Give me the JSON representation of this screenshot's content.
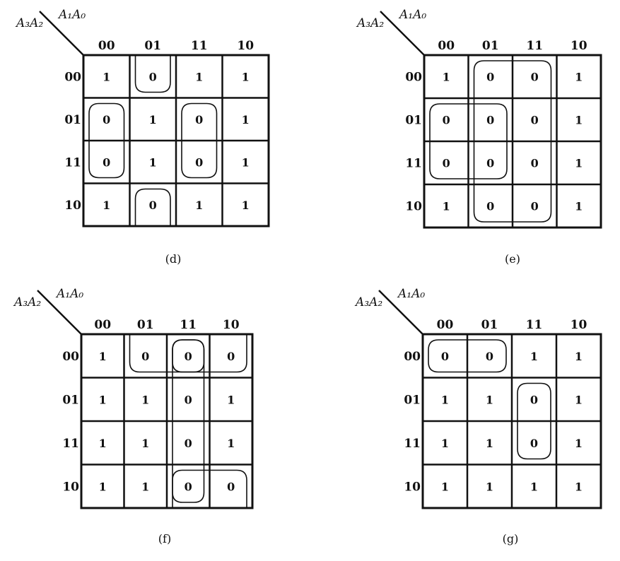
{
  "maps": [
    {
      "caption": "(d)",
      "row_var": "A₃A₂",
      "col_var": "A₁A₀",
      "col_labels": [
        "00",
        "01",
        "11",
        "10"
      ],
      "row_labels": [
        "00",
        "01",
        "11",
        "10"
      ],
      "cells": [
        [
          "1",
          "0",
          "1",
          "1"
        ],
        [
          "0",
          "1",
          "0",
          "1"
        ],
        [
          "0",
          "1",
          "0",
          "1"
        ],
        [
          "1",
          "0",
          "1",
          "1"
        ]
      ],
      "loops": [
        {
          "rows": [
            0,
            0
          ],
          "cols": [
            1,
            1
          ],
          "open": "top"
        },
        {
          "rows": [
            3,
            3
          ],
          "cols": [
            1,
            1
          ],
          "open": "bottom"
        },
        {
          "rows": [
            1,
            2
          ],
          "cols": [
            0,
            0
          ],
          "open": "none"
        },
        {
          "rows": [
            1,
            2
          ],
          "cols": [
            2,
            2
          ],
          "open": "none"
        }
      ]
    },
    {
      "caption": "(e)",
      "row_var": "A₃A₂",
      "col_var": "A₁A₀",
      "col_labels": [
        "00",
        "01",
        "11",
        "10"
      ],
      "row_labels": [
        "00",
        "01",
        "11",
        "10"
      ],
      "cells": [
        [
          "1",
          "0",
          "0",
          "1"
        ],
        [
          "0",
          "0",
          "0",
          "1"
        ],
        [
          "0",
          "0",
          "0",
          "1"
        ],
        [
          "1",
          "0",
          "0",
          "1"
        ]
      ],
      "loops": [
        {
          "rows": [
            0,
            3
          ],
          "cols": [
            1,
            2
          ],
          "open": "none"
        },
        {
          "rows": [
            1,
            2
          ],
          "cols": [
            0,
            1
          ],
          "open": "none"
        }
      ]
    },
    {
      "caption": "(f)",
      "row_var": "A₃A₂",
      "col_var": "A₁A₀",
      "col_labels": [
        "00",
        "01",
        "11",
        "10"
      ],
      "row_labels": [
        "00",
        "01",
        "11",
        "10"
      ],
      "cells": [
        [
          "1",
          "0",
          "0",
          "0"
        ],
        [
          "1",
          "1",
          "0",
          "1"
        ],
        [
          "1",
          "1",
          "0",
          "1"
        ],
        [
          "1",
          "1",
          "0",
          "0"
        ]
      ],
      "loops": [
        {
          "rows": [
            0,
            0
          ],
          "cols": [
            1,
            3
          ],
          "open": "top"
        },
        {
          "rows": [
            0,
            0
          ],
          "cols": [
            2,
            2
          ],
          "open": "none"
        },
        {
          "rows": [
            0,
            3
          ],
          "cols": [
            2,
            2
          ],
          "open": "none"
        },
        {
          "rows": [
            3,
            3
          ],
          "cols": [
            2,
            3
          ],
          "open": "bottom"
        }
      ]
    },
    {
      "caption": "(g)",
      "row_var": "A₃A₂",
      "col_var": "A₁A₀",
      "col_labels": [
        "00",
        "01",
        "11",
        "10"
      ],
      "row_labels": [
        "00",
        "01",
        "11",
        "10"
      ],
      "cells": [
        [
          "0",
          "0",
          "1",
          "1"
        ],
        [
          "1",
          "1",
          "0",
          "1"
        ],
        [
          "1",
          "1",
          "0",
          "1"
        ],
        [
          "1",
          "1",
          "1",
          "1"
        ]
      ],
      "loops": [
        {
          "rows": [
            0,
            0
          ],
          "cols": [
            0,
            1
          ],
          "open": "none"
        },
        {
          "rows": [
            1,
            2
          ],
          "cols": [
            2,
            2
          ],
          "open": "none"
        }
      ]
    }
  ]
}
